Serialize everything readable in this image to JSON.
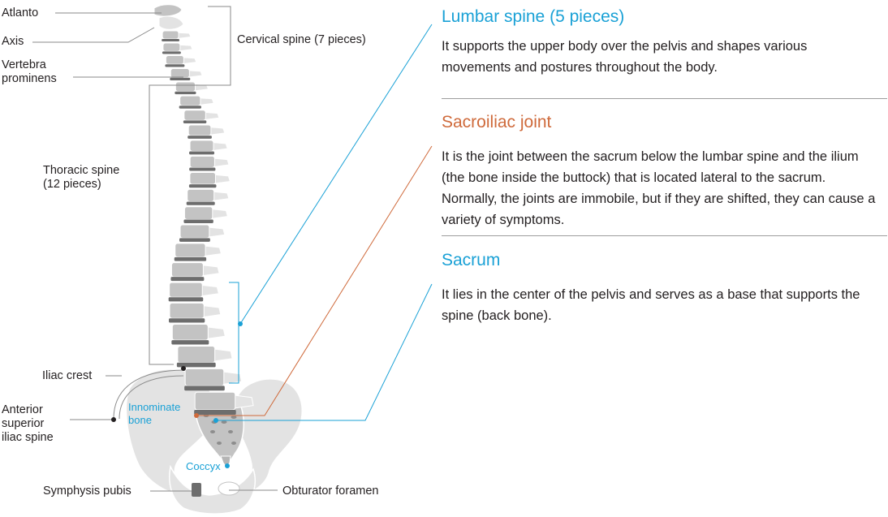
{
  "labels": {
    "atlanto": "Atlanto",
    "axis": "Axis",
    "vertebra_prominens": [
      "Vertebra",
      "prominens"
    ],
    "cervical_spine": "Cervical spine (7 pieces)",
    "thoracic_spine": [
      "Thoracic spine",
      "(12 pieces)"
    ],
    "iliac_crest": "Iliac crest",
    "anterior_superior_iliac_spine": [
      "Anterior",
      "superior",
      "iliac spine"
    ],
    "innominate_bone": [
      "Innominate",
      "bone"
    ],
    "coccyx": "Coccyx",
    "symphysis_pubis": "Symphysis pubis",
    "obturator_foramen": "Obturator foramen"
  },
  "sections": [
    {
      "title": "Lumbar spine (5 pieces)",
      "body": "It supports the upper body over the pelvis and shapes various movements and postures throughout the body.",
      "color": "#1aa1d6"
    },
    {
      "title": "Sacroiliac joint",
      "body": "It is the joint between the sacrum below the lumbar spine and the ilium (the bone inside the buttock) that is located lateral to the sacrum. Normally, the joints are immobile, but if they are shifted, they can cause a variety of symptoms.",
      "color": "#cf6a3b"
    },
    {
      "title": "Sacrum",
      "body": "It lies in the center of the pelvis and serves as a base that supports the spine (back bone).",
      "color": "#1aa1d6"
    }
  ],
  "colors": {
    "bone_light": "#e3e3e3",
    "bone_mid": "#c3c3c3",
    "disc_dark": "#6d6d6d",
    "outline": "#ffffff",
    "leader_gray": "#8a8a8a",
    "leader_blue": "#1aa1d6",
    "leader_orange": "#cf6a3b",
    "text": "#231f20"
  }
}
